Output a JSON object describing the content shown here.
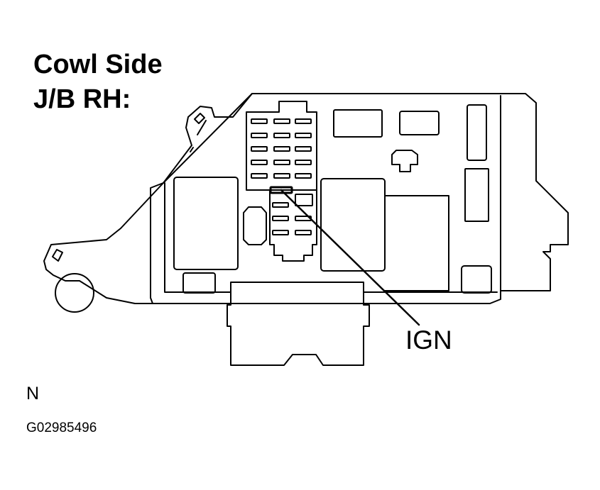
{
  "title": {
    "line1": "Cowl Side",
    "line2": "J/B RH:"
  },
  "callout_label": "IGN",
  "note": "N",
  "figure_code": "G02985496",
  "colors": {
    "line": "#000000",
    "background": "#ffffff"
  }
}
